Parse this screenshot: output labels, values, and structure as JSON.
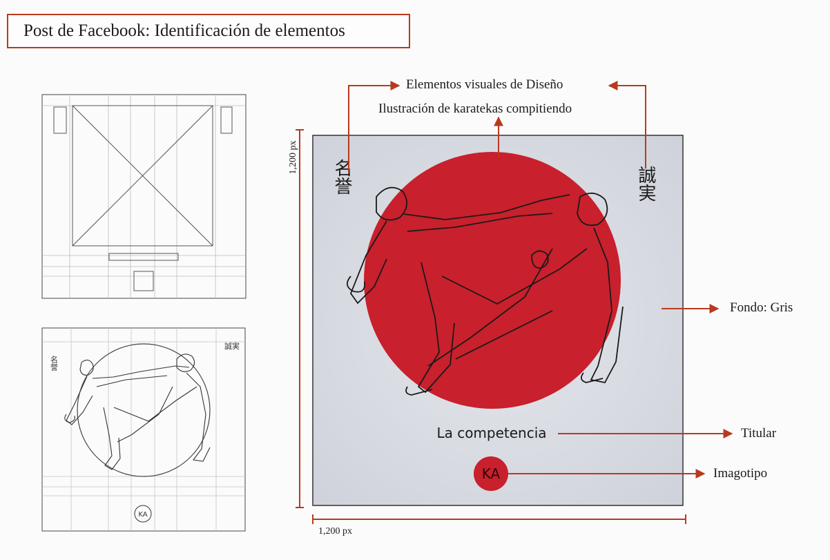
{
  "title": "Post de Facebook: Identificación de elementos",
  "labels": {
    "visual_elements": "Elementos visuales de Diseño",
    "illustration": "Ilustración de karatekas compitiendo",
    "background": "Fondo: Gris",
    "headline": "Titular",
    "logo": "Imagotipo"
  },
  "dimensions": {
    "height": "1,200 px",
    "width": "1,200 px"
  },
  "artwork": {
    "headline_text": "La competencia",
    "logo_text": "KA",
    "kanji_left": "名誉",
    "kanji_right": "誠実"
  },
  "colors": {
    "accent": "#b8391f",
    "sun_red": "#c8202c",
    "background_gray": "#d9dbe2"
  }
}
